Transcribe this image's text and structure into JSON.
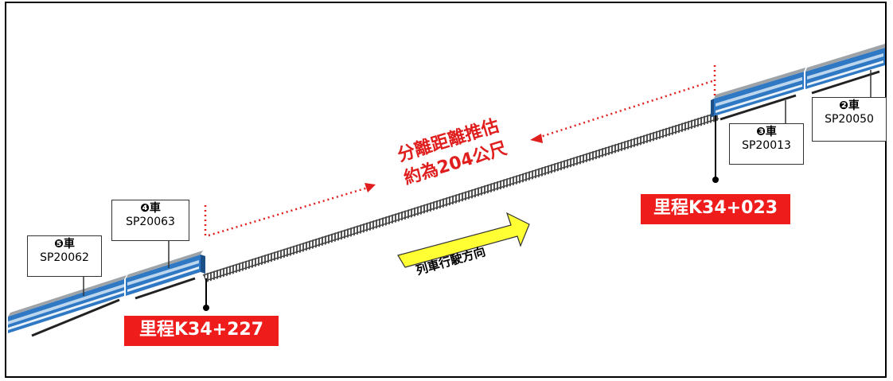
{
  "cars": [
    {
      "no": "❺車",
      "id": "SP20062"
    },
    {
      "no": "❹車",
      "id": "SP20063"
    },
    {
      "no": "❸車",
      "id": "SP20013"
    },
    {
      "no": "❷車",
      "id": "SP20050"
    }
  ],
  "mileage": {
    "left": "里程K34+227",
    "right": "里程K34+023"
  },
  "separation": {
    "line1": "分離距離推估",
    "line2": "約為204公尺"
  },
  "direction_label": "列車行駛方向",
  "colors": {
    "mileage_bg": "#ef1c1c",
    "annotation": "#e01e1e",
    "arrow_fill": "#ffff33",
    "train_body": "#2f78c4",
    "train_roof": "#9ea3a8"
  }
}
